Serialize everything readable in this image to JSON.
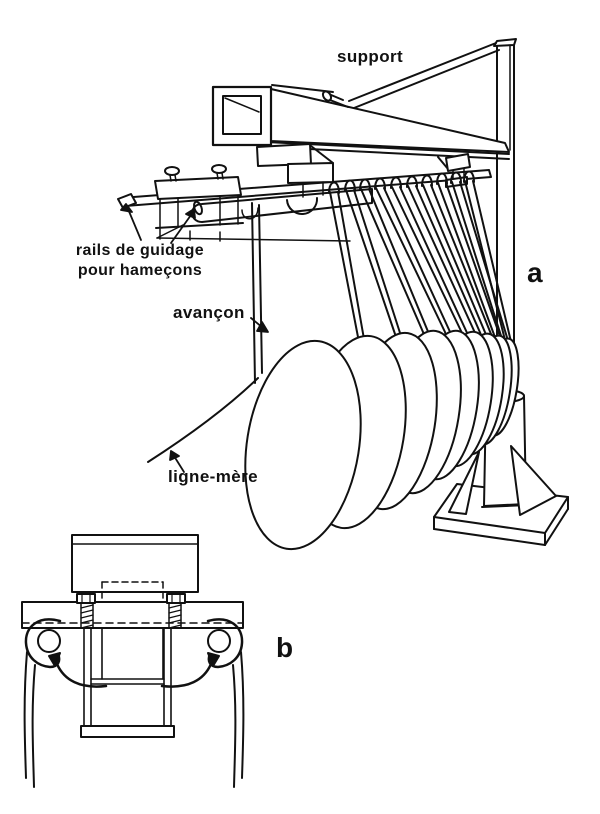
{
  "drawing": {
    "title_semantic": "longline-hook-storage-rack-diagram",
    "background": "#ffffff",
    "ink_color": "#111111",
    "labels": {
      "support": "support",
      "rails_line1": "rails de guidage",
      "rails_line2": "pour hameçons",
      "avancon": "avançon",
      "ligne_mere": "ligne-mère",
      "view_a": "a",
      "view_b": "b"
    }
  }
}
